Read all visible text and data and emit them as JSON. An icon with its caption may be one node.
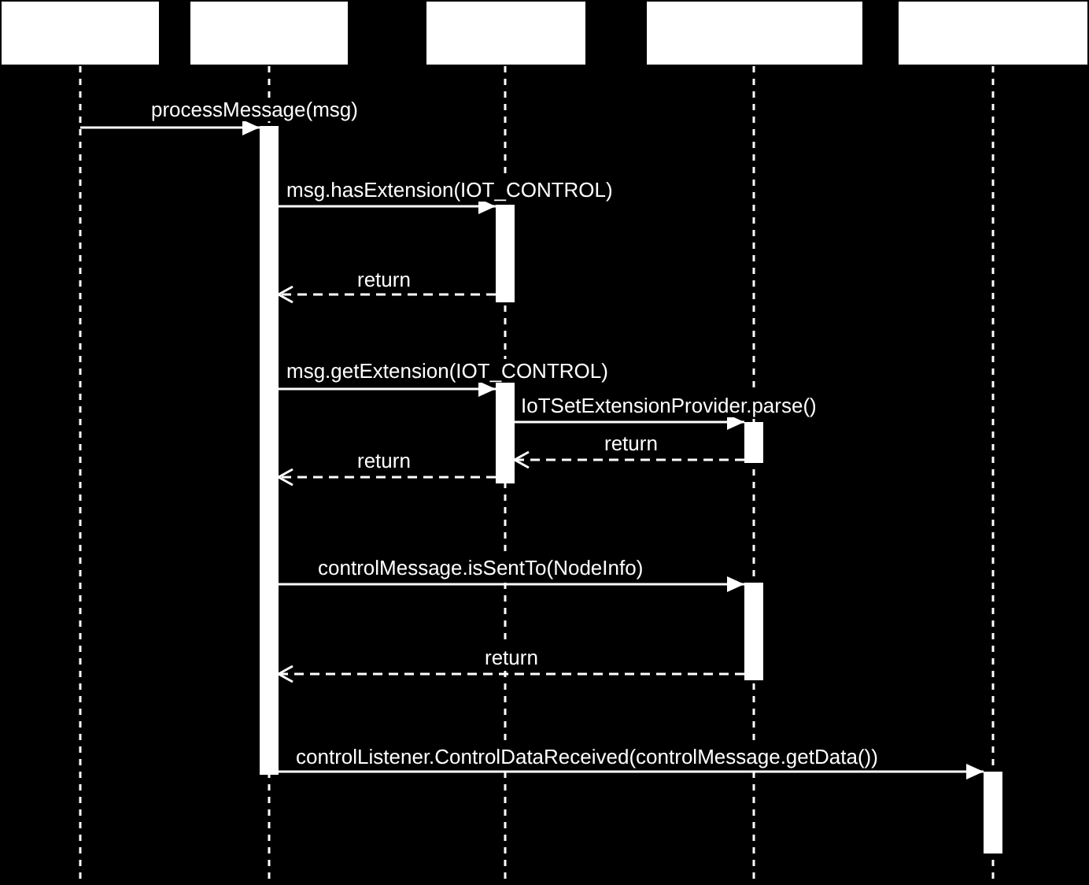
{
  "diagram": {
    "nodes": [
      {
        "text": [],
        "shape": "box"
      },
      {
        "text": [],
        "shape": "box"
      },
      {
        "text": [],
        "shape": "box"
      },
      {
        "text": [],
        "shape": "box"
      },
      {
        "text": [],
        "shape": "box"
      },
      {
        "text": [],
        "shape": "bar"
      },
      {
        "text": [],
        "shape": "bar"
      },
      {
        "text": [],
        "shape": "bar"
      },
      {
        "text": [],
        "shape": "bar"
      },
      {
        "text": [],
        "shape": "bar"
      },
      {
        "text": [],
        "shape": "bar"
      }
    ],
    "edges": [
      {
        "from": null,
        "to": 5,
        "arrow": "to",
        "label": "processMessage(msg)"
      },
      {
        "from": 5,
        "to": 6,
        "arrow": "to",
        "label": "msg.hasExtension(IOT_CONTROL)"
      },
      {
        "from": 6,
        "to": 5,
        "arrow": "to",
        "label": "return",
        "style": "dashed"
      },
      {
        "from": 5,
        "to": 7,
        "arrow": "to",
        "label": "msg.getExtension(IOT_CONTROL)"
      },
      {
        "from": 7,
        "to": 8,
        "arrow": "to",
        "label": "IoTSetExtensionProvider.parse()"
      },
      {
        "from": 8,
        "to": 7,
        "arrow": "to",
        "label": "return",
        "style": "dashed"
      },
      {
        "from": 7,
        "to": 5,
        "arrow": "to",
        "label": "return",
        "style": "dashed"
      },
      {
        "from": 5,
        "to": 9,
        "arrow": "to",
        "label": "controlMessage.isSentTo(NodeInfo)"
      },
      {
        "from": 9,
        "to": 5,
        "arrow": "to",
        "label": "return",
        "style": "dashed"
      },
      {
        "from": 5,
        "to": 10,
        "arrow": "to",
        "label": "controlListener.ControlDataReceived(controlMessage.getData())"
      }
    ]
  }
}
